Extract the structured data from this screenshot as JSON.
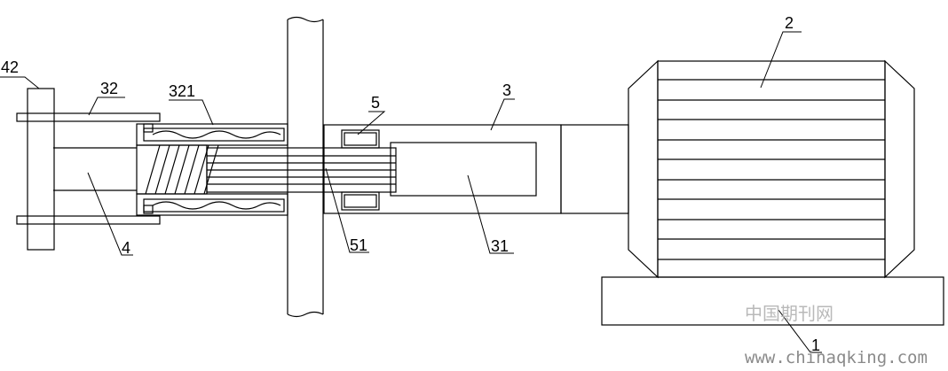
{
  "labels": {
    "l42": "42",
    "l32": "32",
    "l321": "321",
    "l5": "5",
    "l3": "3",
    "l2": "2",
    "l4": "4",
    "l51": "51",
    "l31": "31",
    "l1": "1"
  },
  "watermark": {
    "cn": "中国期刊网",
    "url": "www.chinaqking.com"
  },
  "colors": {
    "line": "#000000",
    "watermark_text": "#b9b9b9",
    "watermark_url": "#8a8a8a"
  }
}
